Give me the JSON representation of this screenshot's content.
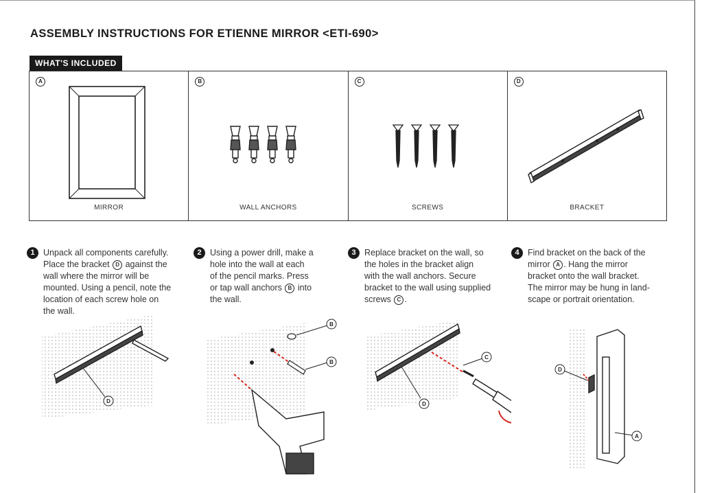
{
  "document": {
    "title": "ASSEMBLY INSTRUCTIONS FOR ETIENNE MIRROR <ETI-690>",
    "section_tag": "WHAT'S INCLUDED"
  },
  "parts": [
    {
      "letter": "A",
      "label": "MIRROR",
      "icon": "mirror-icon"
    },
    {
      "letter": "B",
      "label": "WALL ANCHORS",
      "icon": "wall-anchor-icon"
    },
    {
      "letter": "C",
      "label": "SCREWS",
      "icon": "screw-icon"
    },
    {
      "letter": "D",
      "label": "BRACKET",
      "icon": "bracket-icon"
    }
  ],
  "steps": [
    {
      "number": "1",
      "lines": [
        "Unpack all components carefully.",
        "Place the bracket",
        "against the",
        "wall where the mirror will be",
        "mounted. Using a pencil, note the",
        "location of each screw hole on",
        "the wall."
      ],
      "ref": "D"
    },
    {
      "number": "2",
      "lines": [
        "Using a power drill, make a",
        "hole into the wall at each",
        "of the pencil marks.  Press",
        "or tap wall anchors",
        "into",
        "the wall."
      ],
      "ref": "B"
    },
    {
      "number": "3",
      "lines": [
        "Replace bracket on the wall, so",
        "the holes in the bracket align",
        "with the wall anchors.  Secure",
        "bracket to the wall using supplied",
        "screws",
        "."
      ],
      "ref": "C"
    },
    {
      "number": "4",
      "lines": [
        "Find bracket on the back of the",
        "mirror",
        ".  Hang the mirror",
        "bracket onto the wall bracket.",
        "The mirror may be hung in land-",
        "scape or portrait orientation."
      ],
      "ref": "A"
    }
  ],
  "illustrations": {
    "step1": {
      "callout": "D"
    },
    "step2": {
      "callouts": [
        "B",
        "B"
      ]
    },
    "step3": {
      "callouts": [
        "C",
        "D"
      ]
    },
    "step4": {
      "callouts": [
        "D",
        "A"
      ]
    }
  },
  "colors": {
    "ink": "#1a1a1a",
    "accent_red": "#d7261e"
  }
}
